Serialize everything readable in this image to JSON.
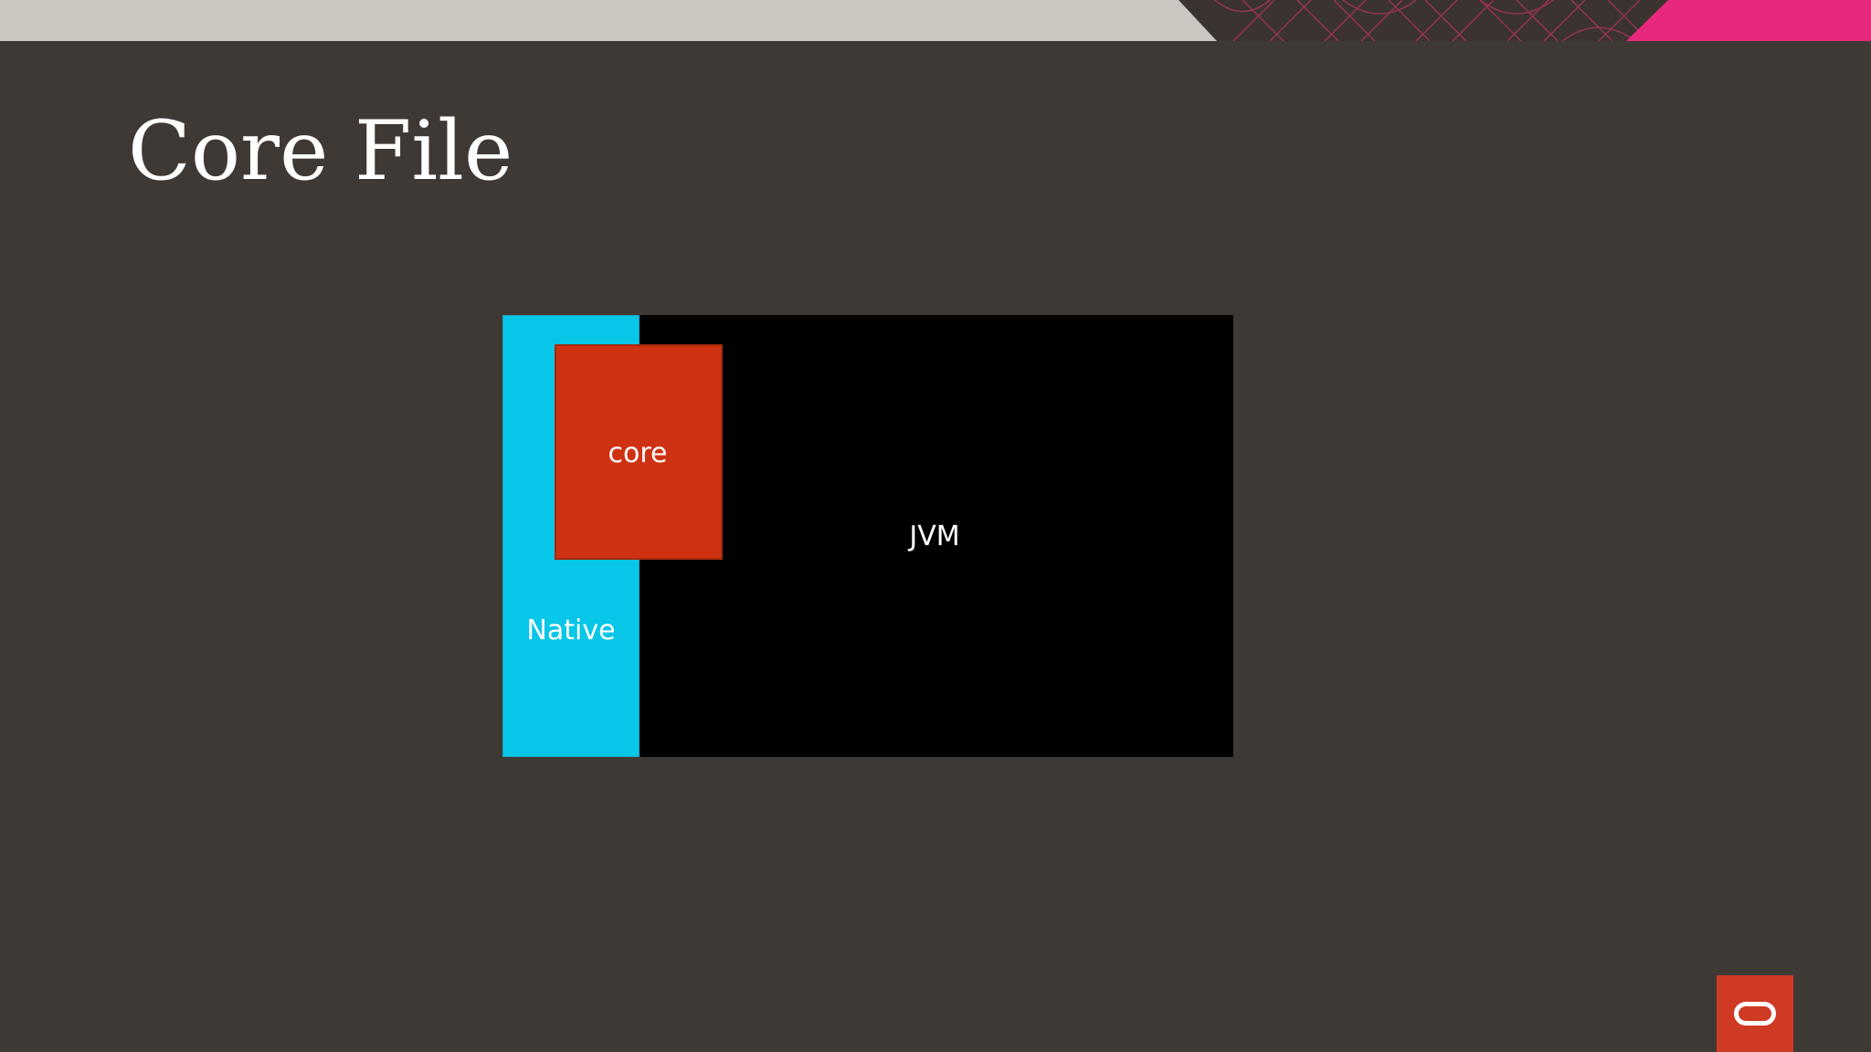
{
  "slide": {
    "title": "Core File"
  },
  "diagram": {
    "blocks": {
      "native": {
        "label": "Native",
        "color": "#08c6e8"
      },
      "jvm": {
        "label": "JVM",
        "color": "#000000"
      },
      "core": {
        "label": "core",
        "color": "#cf3212"
      }
    }
  },
  "branding": {
    "logo_icon": "oracle-logo-icon",
    "logo_color": "#cf3a24",
    "top_band_color": "#cbc6c0",
    "accent_color": "#e8287c",
    "background_color": "#3f3936"
  }
}
